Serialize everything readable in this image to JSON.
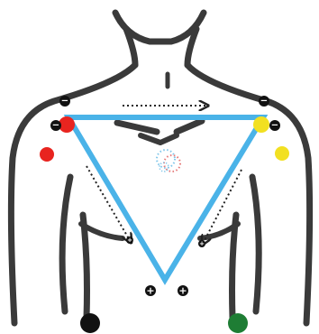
{
  "colors": {
    "outline": "#3a3a3a",
    "triangle": "#4ab3e8",
    "arrow": "#222222",
    "right_arm": "#e8241f",
    "left_arm": "#f2e021",
    "right_leg": "#111111",
    "left_leg": "#1e7d34",
    "heart_a": "#7fc6ea",
    "heart_b": "#e57a7a"
  },
  "polarity": {
    "negative": "−",
    "positive": "+"
  },
  "electrodes": [
    {
      "name": "right-arm",
      "color": "#e8241f"
    },
    {
      "name": "left-arm",
      "color": "#f2e021"
    },
    {
      "name": "right-leg",
      "color": "#111111"
    },
    {
      "name": "left-leg",
      "color": "#1e7d34"
    }
  ],
  "icons": {
    "heart": "heart-icon",
    "lead-arrow": "dotted-arrow-icon"
  }
}
